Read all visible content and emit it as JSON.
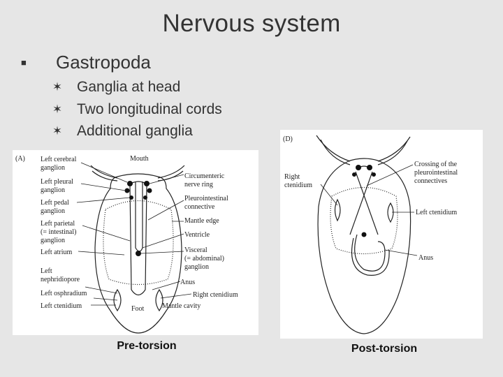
{
  "slide": {
    "title": "Nervous system",
    "heading": "Gastropoda",
    "bullets": [
      "Ganglia at head",
      "Two longitudinal cords",
      "Additional ganglia"
    ]
  },
  "figure_a": {
    "panel_letter": "(A)",
    "caption": "Pre-torsion",
    "left_labels": [
      "Left cerebral",
      "ganglion",
      "Left pleural",
      "ganglion",
      "Left pedal",
      "ganglion",
      "Left parietal",
      "(= intestinal)",
      "ganglion",
      "Left atrium",
      "Left",
      "nephridiopore",
      "Left osphradium",
      "Left ctenidium"
    ],
    "right_labels": [
      "Mouth",
      "Circumenteric",
      "nerve ring",
      "Pleurointestinal",
      "connective",
      "Mantle edge",
      "Ventricle",
      "Visceral",
      "(= abdominal)",
      "ganglion",
      "Anus",
      "Right ctenidium",
      "Foot",
      "Mantle cavity"
    ]
  },
  "figure_d": {
    "panel_letter": "(D)",
    "caption": "Post-torsion",
    "labels": [
      "Right",
      "ctenidium",
      "Crossing of the",
      "pleurointestinal",
      "connectives",
      "Left ctenidium",
      "Anus"
    ]
  },
  "colors": {
    "background": "#e6e6e6",
    "panel": "#ffffff",
    "text": "#333333"
  }
}
